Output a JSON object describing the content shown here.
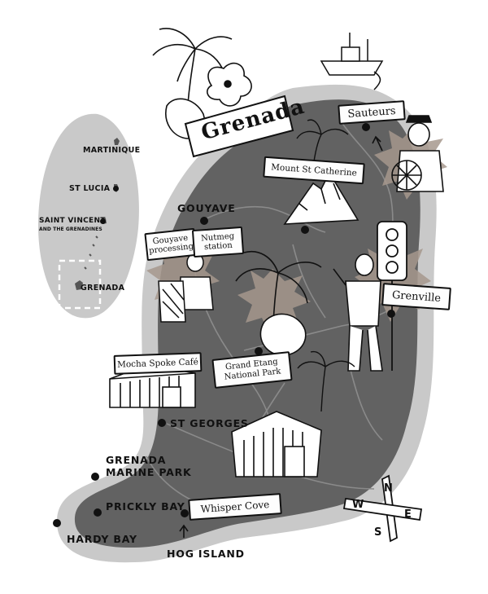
{
  "title": "Grenada",
  "islands": {
    "martinique": "MARTINIQUE",
    "st_lucia": "ST LUCIA",
    "saint_vincent": "SAINT VINCENT",
    "saint_vincent_sub": "AND THE GRENADINES",
    "grenada": "GRENADA"
  },
  "places": {
    "gouyave": "GOUYAVE",
    "st_georges": "ST GEORGES",
    "grenada_marine_park_1": "GRENADA",
    "grenada_marine_park_2": "MARINE PARK",
    "prickly_bay": "PRICKLY BAY",
    "hardy_bay": "HARDY BAY",
    "hog_island": "HOG ISLAND"
  },
  "signs": {
    "sauteurs": "Sauteurs",
    "mount_st_catherine": "Mount St Catherine",
    "gouyave_processing_1": "Gouyave",
    "gouyave_processing_2": "processing",
    "nutmeg_station_1": "Nutmeg",
    "nutmeg_station_2": "station",
    "grenville": "Grenville",
    "mocha_spoke_cafe": "Mocha Spoke Café",
    "grand_etang_1": "Grand Etang",
    "grand_etang_2": "National Park",
    "whisper_cove": "Whisper Cove"
  },
  "compass": {
    "n": "N",
    "s": "S",
    "e": "E",
    "w": "W"
  },
  "colors": {
    "land": "#626262",
    "halo": "#c9c9c9",
    "roads": "#8a8a8a",
    "sunburst": "#a6988d",
    "ink": "#111111"
  }
}
